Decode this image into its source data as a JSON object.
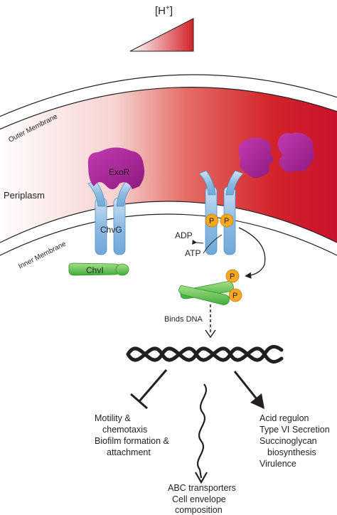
{
  "proton_gradient": {
    "label_base": "[H",
    "label_sup": "+",
    "label_end": "]"
  },
  "membranes": {
    "outer": "Outer Membrane",
    "inner": "Inner Membrane",
    "periplasm": "Periplasm"
  },
  "proteins": {
    "exor": "ExoR",
    "chvg": "ChvG",
    "chvi": "ChvI",
    "phosphate": "P"
  },
  "reaction": {
    "adp": "ADP",
    "atp": "ATP",
    "binds_dna": "Binds DNA"
  },
  "targets": {
    "left": [
      "Motility &",
      "chemotaxis",
      "Biofilm formation &",
      "attachment"
    ],
    "middle": [
      "ABC transporters",
      "Cell envelope",
      "composition"
    ],
    "right": [
      "Acid regulon",
      "Type VI Secretion",
      "Succinoglycan",
      "biosynthesis",
      "Virulence"
    ]
  },
  "colors": {
    "gradient_red": "#d2232a",
    "membrane_line": "#231f20",
    "exor_purple": "#a0208f",
    "chvg_blue": "#6fa8d8",
    "chvi_green": "#4cbb48",
    "phosphate_orange": "#f7a823"
  }
}
